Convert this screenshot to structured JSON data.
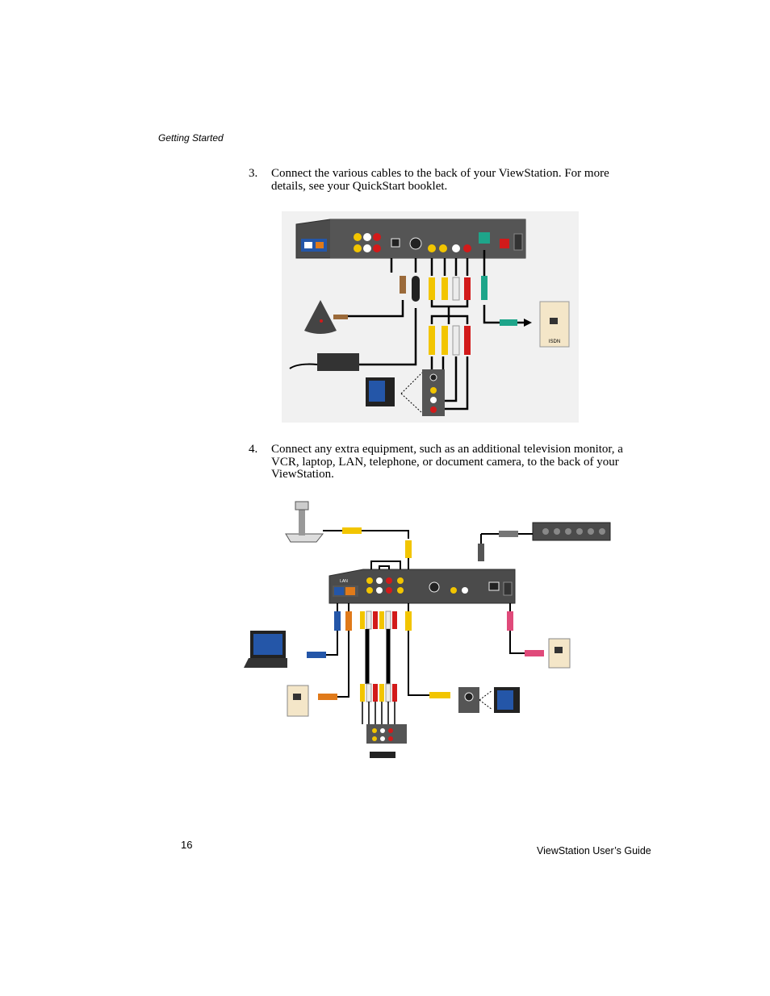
{
  "header": {
    "section": "Getting Started"
  },
  "steps": [
    {
      "number": "3.",
      "text": "Connect the various cables to the back of your ViewStation. For more details, see your QuickStart booklet."
    },
    {
      "number": "4.",
      "text": "Connect any extra equipment, such as an additional television monitor, a VCR, laptop, LAN, telephone, or document camera, to the back of your ViewStation."
    }
  ],
  "figure1": {
    "isdn_label": "ISDN"
  },
  "figure2": {
    "lan_label": "LAN"
  },
  "footer": {
    "page_number": "16",
    "guide_title": "ViewStation User’s Guide"
  },
  "colors": {
    "panel": "#4b4b4b",
    "panel_edge": "#2e2e2e",
    "yellow": "#f2c500",
    "red": "#d21a1a",
    "white": "#ececec",
    "teal": "#1ea58a",
    "brown": "#9b6a3a",
    "orange": "#e07a1a",
    "blue": "#2456a8",
    "pink": "#e04a7a",
    "wall_plate": "#f4e6c8"
  }
}
